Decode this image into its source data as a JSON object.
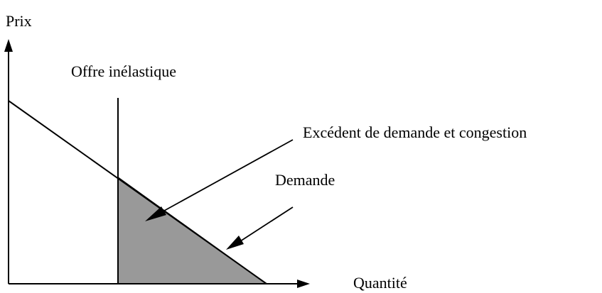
{
  "labels": {
    "y_axis": "Prix",
    "x_axis": "Quantité",
    "supply": "Offre inélastique",
    "excess": "Excédent de demande et congestion",
    "demand": "Demande"
  },
  "colors": {
    "line": "#000000",
    "shaded_area": "#999999",
    "background": "#ffffff"
  }
}
